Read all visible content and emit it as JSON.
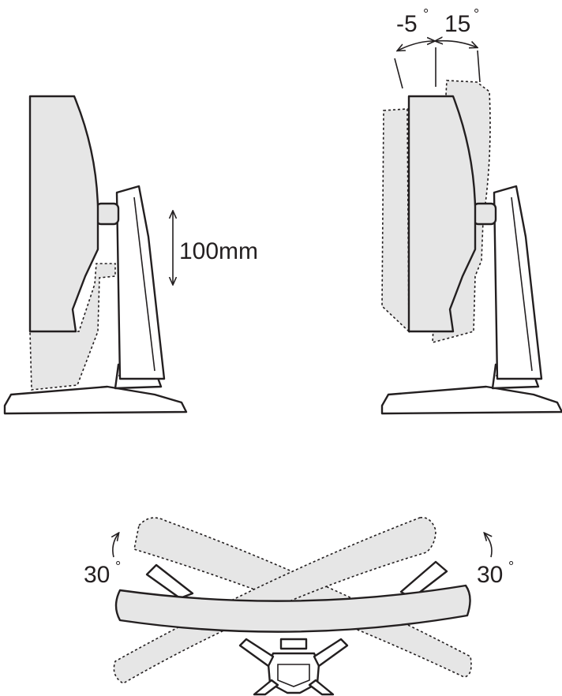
{
  "height_adjust": {
    "label": "100mm"
  },
  "tilt": {
    "forward_label": "-5",
    "backward_label": "15",
    "degree_symbol": "°"
  },
  "swivel": {
    "left_label": "30",
    "right_label": "30",
    "degree_symbol": "°"
  },
  "colors": {
    "line": "#231f20",
    "fill": "#e6e6e6",
    "background": "#ffffff"
  }
}
